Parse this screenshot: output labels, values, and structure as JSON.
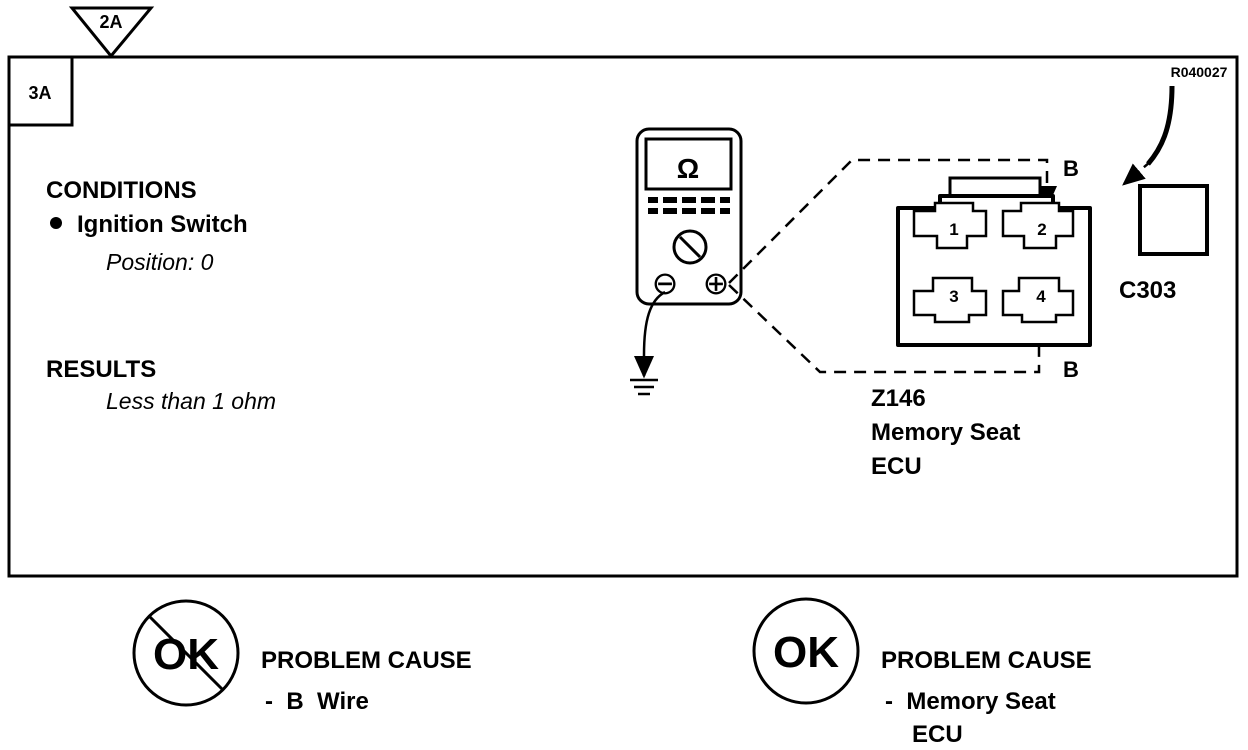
{
  "step_tag": "2A",
  "step_id": "3A",
  "figure_ref": "R040027",
  "conditions": {
    "heading": "CONDITIONS",
    "item": "Ignition Switch",
    "detail": "Position: 0"
  },
  "results": {
    "heading": "RESULTS",
    "detail": "Less than 1 ohm"
  },
  "meter": {
    "display_symbol": "Ω",
    "negative_symbol": "⊖",
    "positive_symbol": "⊕"
  },
  "connector": {
    "pins": [
      "1",
      "2",
      "3",
      "4"
    ],
    "wire_top_label": "B",
    "wire_bottom_label": "B",
    "code": "Z146",
    "name_line1": "Memory Seat",
    "name_line2": "ECU"
  },
  "mating_connector": {
    "code": "C303"
  },
  "outcomes": [
    {
      "badge": "OK",
      "crossed": true,
      "heading": "PROBLEM CAUSE",
      "cause_line1": "-  B  Wire",
      "cause_line2": ""
    },
    {
      "badge": "OK",
      "crossed": false,
      "heading": "PROBLEM CAUSE",
      "cause_line1": "-  Memory Seat",
      "cause_line2": "ECU"
    }
  ]
}
